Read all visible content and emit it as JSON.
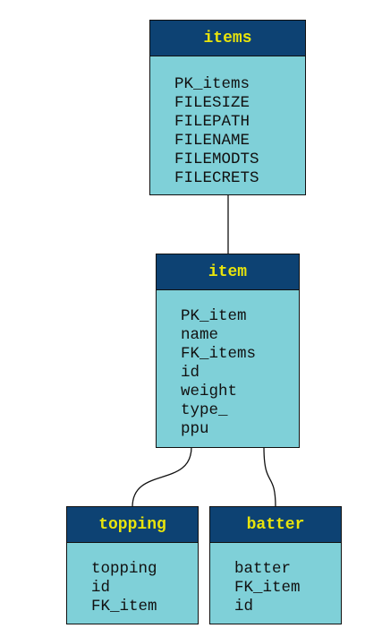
{
  "entities": {
    "items": {
      "title": "items",
      "fields": [
        "PK_items",
        "FILESIZE",
        "FILEPATH",
        "FILENAME",
        "FILEMODTS",
        "FILECRETS"
      ]
    },
    "item": {
      "title": "item",
      "fields": [
        "PK_item",
        "name",
        "FK_items",
        "id",
        "weight",
        "type_",
        "ppu"
      ]
    },
    "topping": {
      "title": "topping",
      "fields": [
        "topping",
        "id",
        "FK_item"
      ]
    },
    "batter": {
      "title": "batter",
      "fields": [
        "batter",
        "FK_item",
        "id"
      ]
    }
  },
  "colors": {
    "header_bg": "#0d4273",
    "header_text": "#e8e40c",
    "body_bg": "#7fd0d8",
    "border": "#111111"
  }
}
